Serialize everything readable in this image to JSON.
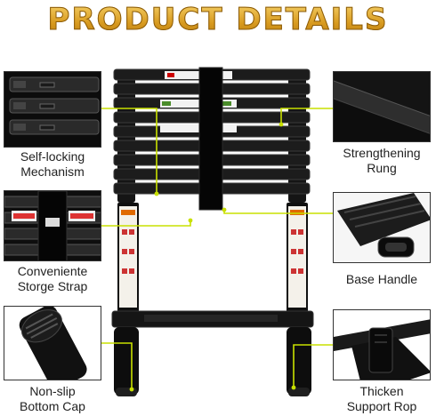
{
  "title": "PRODUCT DETAILS",
  "callouts": {
    "self_locking": [
      "Self-locking",
      "Mechanism"
    ],
    "strap": [
      "Conveniente",
      "Storge Strap"
    ],
    "cap": [
      "Non-slip",
      "Bottom Cap"
    ],
    "rung": [
      "Strengthening",
      "Rung"
    ],
    "handle": "Base Handle",
    "support": [
      "Thicken",
      "Support Rop"
    ]
  },
  "colors": {
    "accent_line": "#c8e000",
    "title_gold": "#d9a52b",
    "ladder_black": "#111111"
  },
  "icons": [
    "ladder-image",
    "strap-buckle-icon"
  ]
}
